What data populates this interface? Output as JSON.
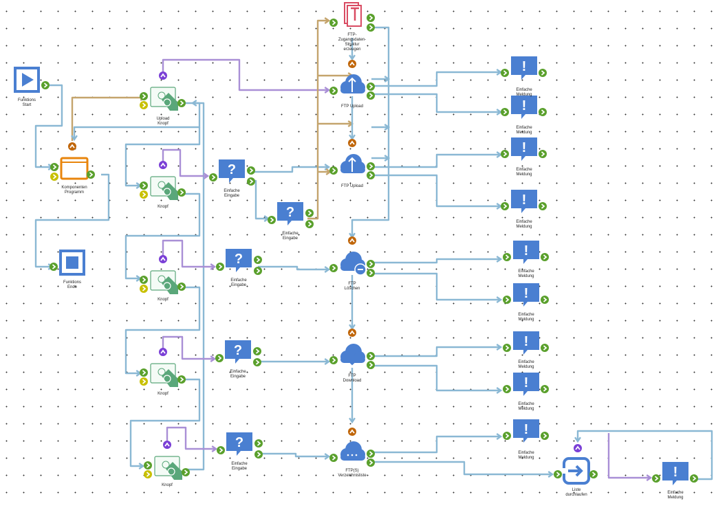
{
  "colors": {
    "flow_blue": "#8ab8d4",
    "flow_tan": "#c4a46c",
    "flow_purple": "#a98fd6",
    "node_blue": "#4a7fd1",
    "node_orange": "#e8850c",
    "node_green": "#5aa77a",
    "node_red": "#d94b62",
    "port_green": "#5aa02c",
    "port_yellow": "#c8c000",
    "port_purple": "#7a3fd6",
    "port_orange": "#c0660a"
  },
  "nodes": [
    {
      "id": "start",
      "type": "start",
      "icon": "play-icon",
      "label": "Funktions\nStart"
    },
    {
      "id": "komp",
      "type": "program",
      "icon": "window-icon",
      "label": "Komponenten\nProgramm"
    },
    {
      "id": "ende",
      "type": "end",
      "icon": "stop-icon",
      "label": "Funktions\nEnde"
    },
    {
      "id": "uknopf",
      "type": "button",
      "icon": "upload-button-icon",
      "label": "Upload\nKnopf"
    },
    {
      "id": "knopf1",
      "type": "button",
      "icon": "power-button-icon",
      "label": "Knopf"
    },
    {
      "id": "knopf2",
      "type": "button",
      "icon": "power-button-icon",
      "label": "Knopf"
    },
    {
      "id": "knopf3",
      "type": "button",
      "icon": "power-button-icon",
      "label": "Knopf"
    },
    {
      "id": "knopf4",
      "type": "button",
      "icon": "power-button-icon",
      "label": "Knopf"
    },
    {
      "id": "ein1",
      "type": "input",
      "icon": "question-bubble-icon",
      "label": "Einfache\nEingabe"
    },
    {
      "id": "ein2",
      "type": "input",
      "icon": "question-bubble-icon",
      "label": "Einfache\nEingabe"
    },
    {
      "id": "ein3",
      "type": "input",
      "icon": "question-bubble-icon",
      "label": "Einfache\nEingabe"
    },
    {
      "id": "ein4",
      "type": "input",
      "icon": "question-bubble-icon",
      "label": "Einfache\nEingabe"
    },
    {
      "id": "ein5",
      "type": "input",
      "icon": "question-bubble-icon",
      "label": "Einfache\nEingabe"
    },
    {
      "id": "ftpstruct",
      "type": "struct",
      "icon": "document-icon",
      "label": "FTP-\nZugangsdaten-\nStruktur\nerzeugen"
    },
    {
      "id": "up1",
      "type": "cloud-up",
      "icon": "cloud-upload-icon",
      "label": "FTP Upload"
    },
    {
      "id": "up2",
      "type": "cloud-up",
      "icon": "cloud-upload-icon",
      "label": "FTP Upload"
    },
    {
      "id": "del",
      "type": "cloud-del",
      "icon": "cloud-delete-icon",
      "label": "FTP\nLöschen"
    },
    {
      "id": "down",
      "type": "cloud-down",
      "icon": "cloud-download-icon",
      "label": "FTP\nDownload"
    },
    {
      "id": "list",
      "type": "cloud-list",
      "icon": "cloud-list-icon",
      "label": "FTP(S)\nVerzeichnisliste"
    },
    {
      "id": "m1",
      "type": "message",
      "icon": "exclamation-bubble-icon",
      "label": "Einfache\nMeldung"
    },
    {
      "id": "m2",
      "type": "message",
      "icon": "exclamation-bubble-icon",
      "label": "Einfache\nMeldung"
    },
    {
      "id": "m3",
      "type": "message",
      "icon": "exclamation-bubble-icon",
      "label": "Einfache\nMeldung"
    },
    {
      "id": "m4",
      "type": "message",
      "icon": "exclamation-bubble-icon",
      "label": "Einfache\nMeldung"
    },
    {
      "id": "m5",
      "type": "message",
      "icon": "exclamation-bubble-icon",
      "label": "Einfache\nMeldung"
    },
    {
      "id": "m6",
      "type": "message",
      "icon": "exclamation-bubble-icon",
      "label": "Einfache\nMeldung"
    },
    {
      "id": "m7",
      "type": "message",
      "icon": "exclamation-bubble-icon",
      "label": "Einfache\nMeldung"
    },
    {
      "id": "m8",
      "type": "message",
      "icon": "exclamation-bubble-icon",
      "label": "Einfache\nMeldung"
    },
    {
      "id": "m9",
      "type": "message",
      "icon": "exclamation-bubble-icon",
      "label": "Einfache\nMeldung"
    },
    {
      "id": "loop",
      "type": "loop",
      "icon": "enter-arrow-icon",
      "label": "Liste\ndurchlaufen"
    },
    {
      "id": "m10",
      "type": "message",
      "icon": "exclamation-bubble-icon",
      "label": "Einfache\nMeldung"
    }
  ]
}
